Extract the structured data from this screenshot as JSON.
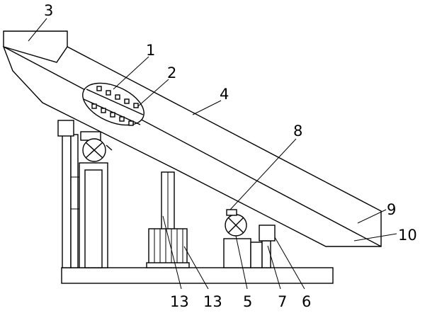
{
  "labels": {
    "l1": "1",
    "l2": "2",
    "l3": "3",
    "l4": "4",
    "l5": "5",
    "l6": "6",
    "l7": "7",
    "l8": "8",
    "l9": "9",
    "l10": "10",
    "l13a": "13",
    "l13b": "13"
  }
}
